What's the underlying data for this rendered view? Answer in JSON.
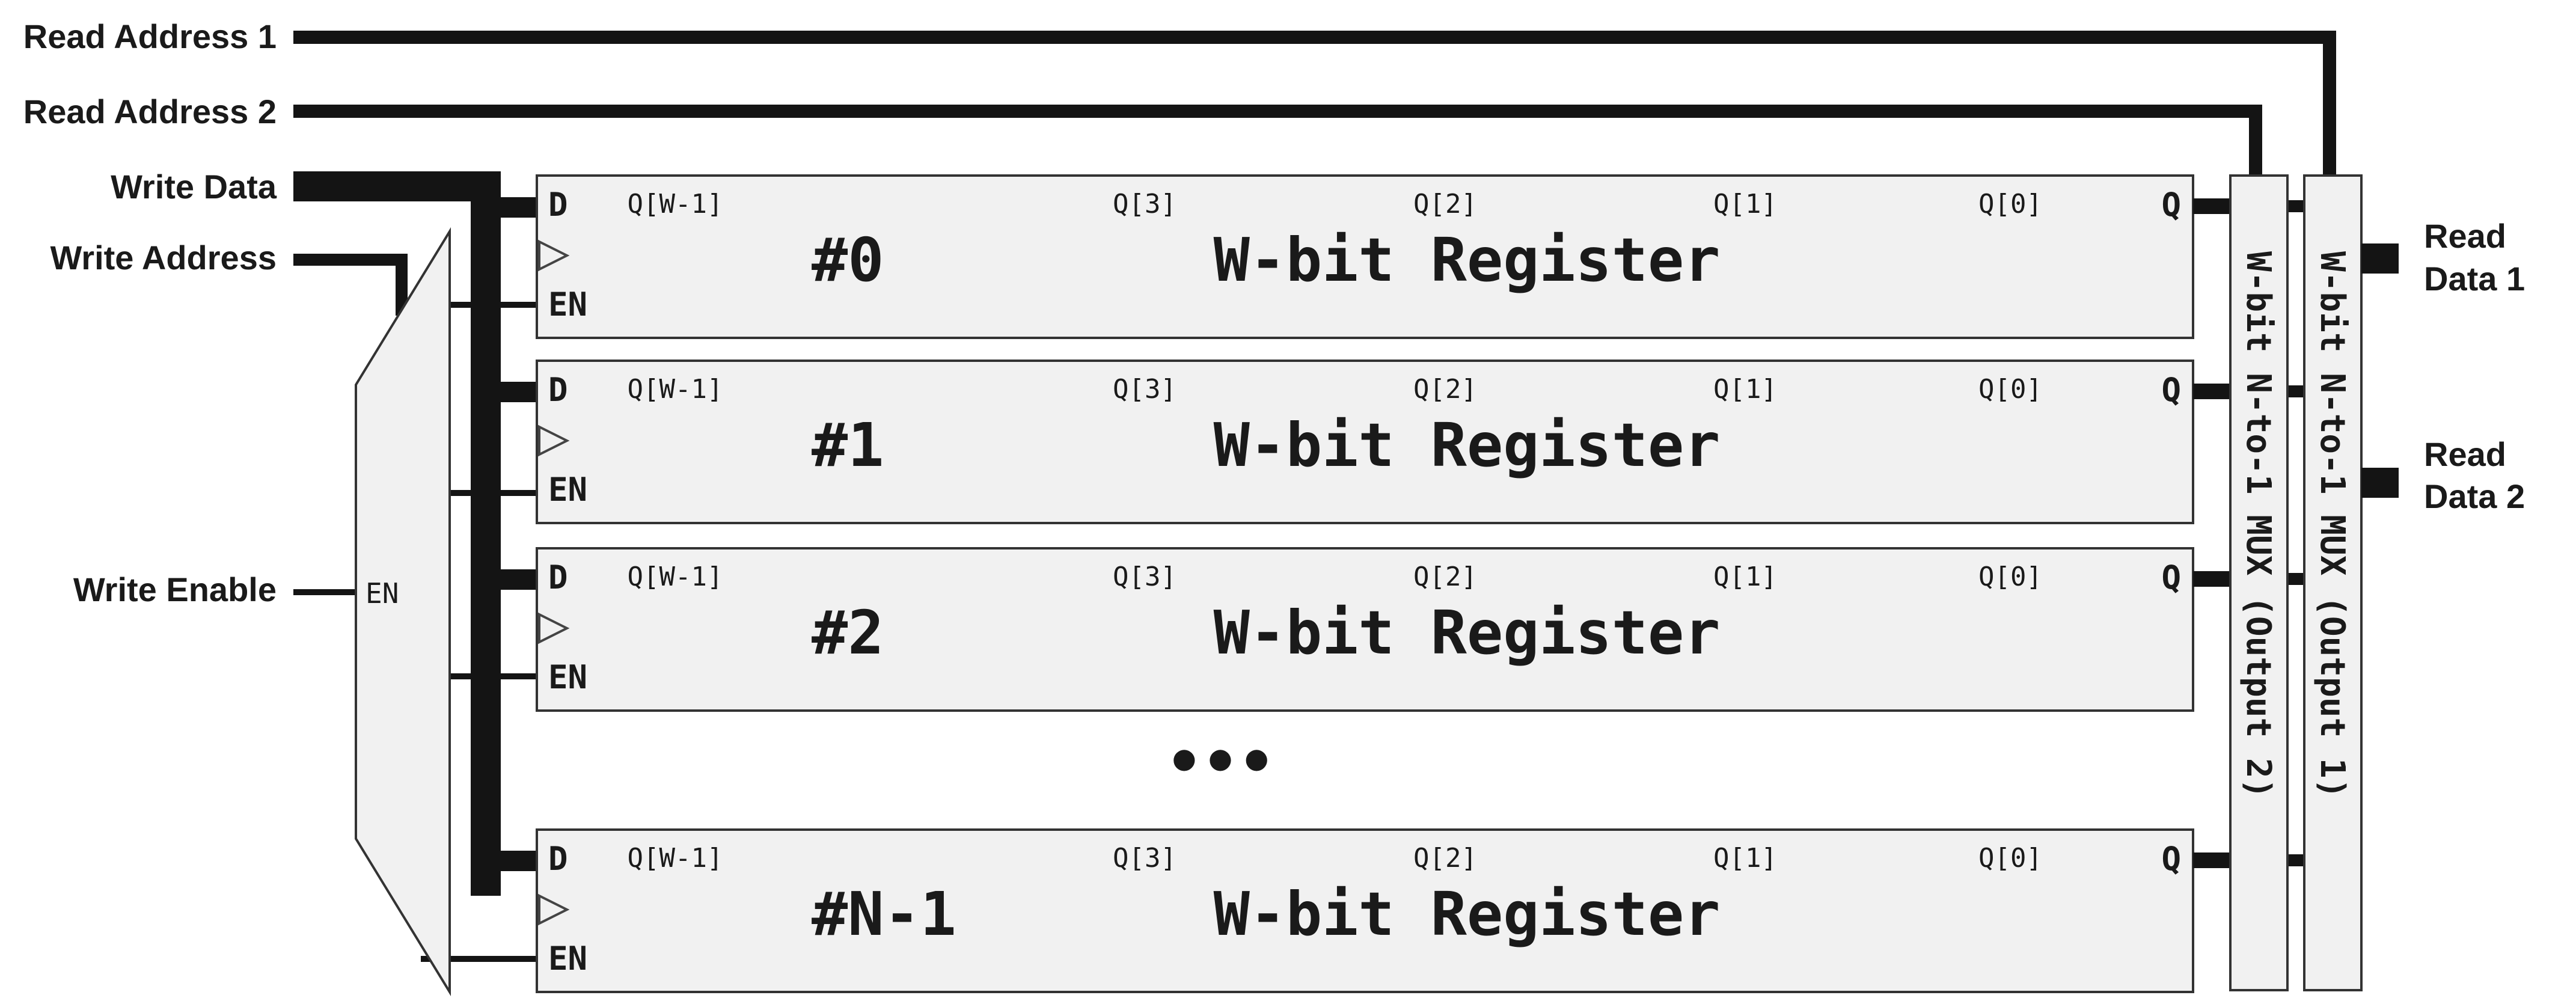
{
  "signals": {
    "read_address_1": "Read Address 1",
    "read_address_2": "Read Address 2",
    "write_data": "Write Data",
    "write_address": "Write Address",
    "write_enable": "Write Enable",
    "read_data_1": [
      "Read",
      "Data 1"
    ],
    "read_data_2": [
      "Read",
      "Data 2"
    ]
  },
  "decoder": {
    "en_label": "EN"
  },
  "register_pins": {
    "d": "D",
    "q": "Q",
    "en": "EN"
  },
  "register_bits": [
    "Q[W-1]",
    "Q[3]",
    "Q[2]",
    "Q[1]",
    "Q[0]"
  ],
  "register_title": "W-bit Register",
  "registers": [
    {
      "index": "#0"
    },
    {
      "index": "#1"
    },
    {
      "index": "#2"
    },
    {
      "index": "#N-1"
    }
  ],
  "ellipsis": "•••",
  "muxes": [
    {
      "label": "W-bit N-to-1 MUX (Output 2)"
    },
    {
      "label": "W-bit N-to-1 MUX (Output 1)"
    }
  ],
  "colors": {
    "wire": "#141414",
    "box_fill": "#f1f1f1",
    "box_stroke": "#333333"
  }
}
